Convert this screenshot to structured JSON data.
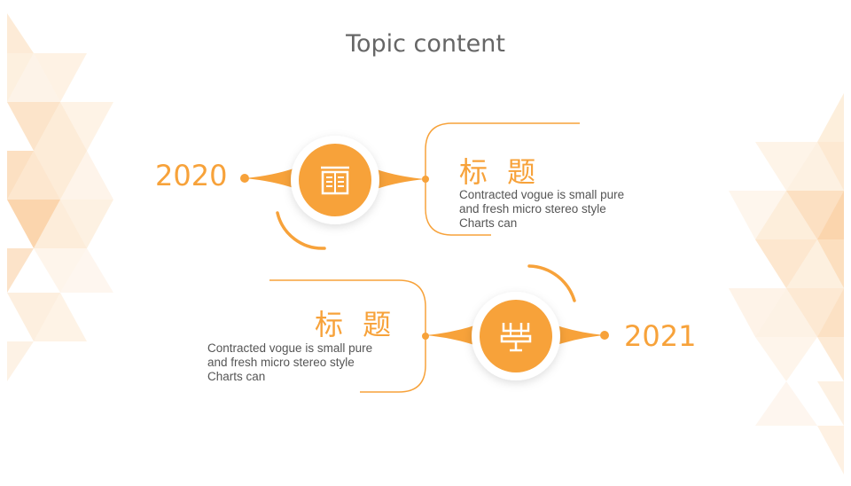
{
  "slide": {
    "title": "Topic content",
    "accent_color": "#F7A23A",
    "items": [
      {
        "year": "2020",
        "heading": "标 题",
        "description": [
          "Contracted vogue is small pure",
          "and fresh micro stereo style",
          "Charts can"
        ],
        "icon": "book-icon"
      },
      {
        "year": "2021",
        "heading": "标 题",
        "description": [
          "Contracted vogue is small pure",
          "and fresh micro stereo style",
          "Charts can"
        ],
        "icon": "signpost-icon"
      }
    ]
  }
}
